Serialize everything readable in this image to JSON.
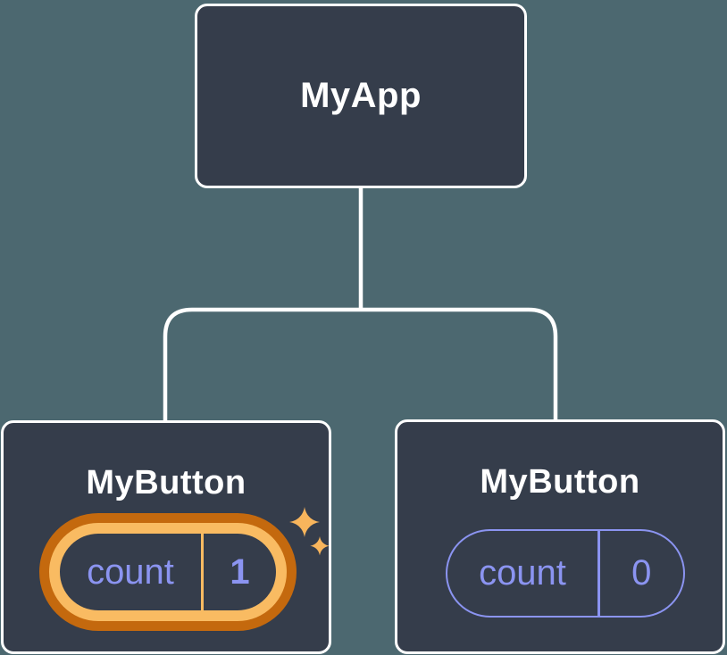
{
  "colors": {
    "background": "#4C6870",
    "node_fill": "#353D4B",
    "node_border": "#FFFFFF",
    "connector": "#FFFFFF",
    "state_purple": "#8B94F1",
    "highlight_orange_dark": "#C4690E",
    "highlight_orange_light": "#F9BB62",
    "sparkle": "#F8B55C"
  },
  "tree": {
    "root": {
      "label": "MyApp"
    },
    "children": [
      {
        "label": "MyButton",
        "highlighted": true,
        "state": {
          "key": "count",
          "value": "1"
        }
      },
      {
        "label": "MyButton",
        "highlighted": false,
        "state": {
          "key": "count",
          "value": "0"
        }
      }
    ]
  }
}
